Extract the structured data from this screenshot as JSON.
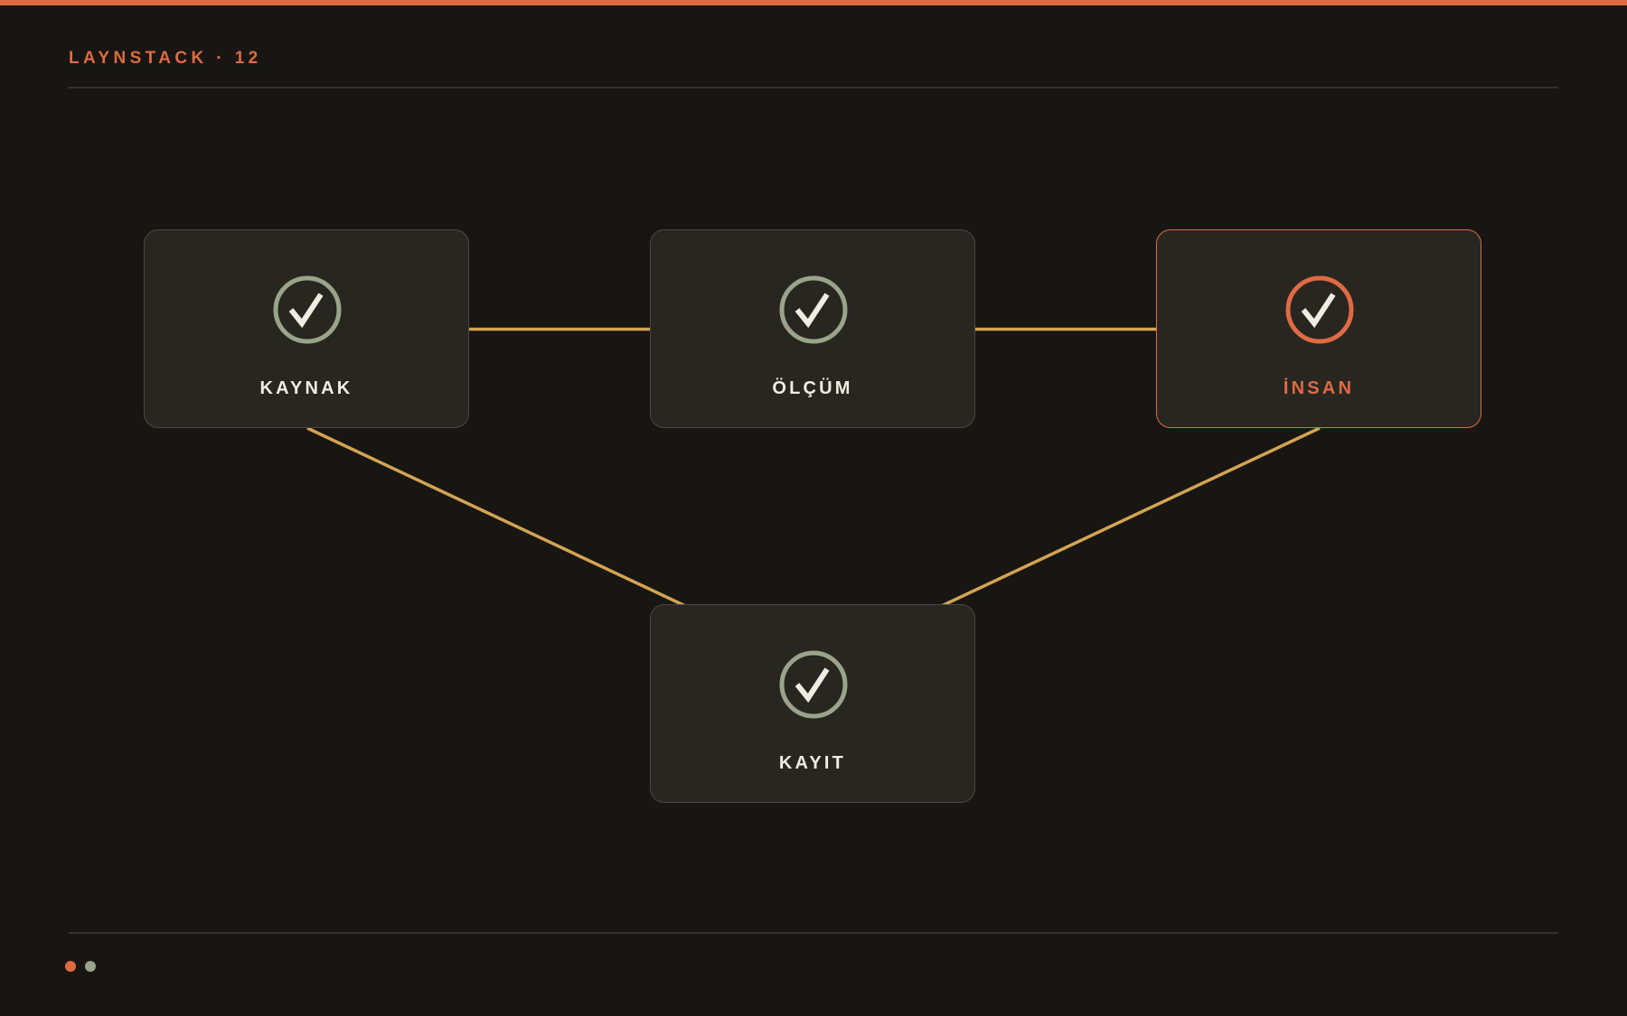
{
  "header": {
    "title": "LAYNSTACK · 12"
  },
  "colors": {
    "accent": "#df6a44",
    "connector": "#d3a453",
    "check_ring": "#9aa48a",
    "check_mark": "#f1ece1",
    "card_bg": "#282621",
    "page_bg": "#181612"
  },
  "nodes": [
    {
      "label": "KAYNAK",
      "icon": "check-circle-icon",
      "highlighted": false
    },
    {
      "label": "ÖLÇÜM",
      "icon": "check-circle-icon",
      "highlighted": false
    },
    {
      "label": "İNSAN",
      "icon": "check-circle-icon",
      "highlighted": true
    },
    {
      "label": "KAYIT",
      "icon": "check-circle-icon",
      "highlighted": false
    }
  ],
  "edges": [
    {
      "from": "KAYNAK",
      "to": "ÖLÇÜM"
    },
    {
      "from": "ÖLÇÜM",
      "to": "İNSAN"
    },
    {
      "from": "KAYNAK",
      "to": "KAYIT"
    },
    {
      "from": "İNSAN",
      "to": "KAYIT"
    }
  ],
  "pagination": {
    "dots": [
      "active",
      "inactive"
    ]
  }
}
